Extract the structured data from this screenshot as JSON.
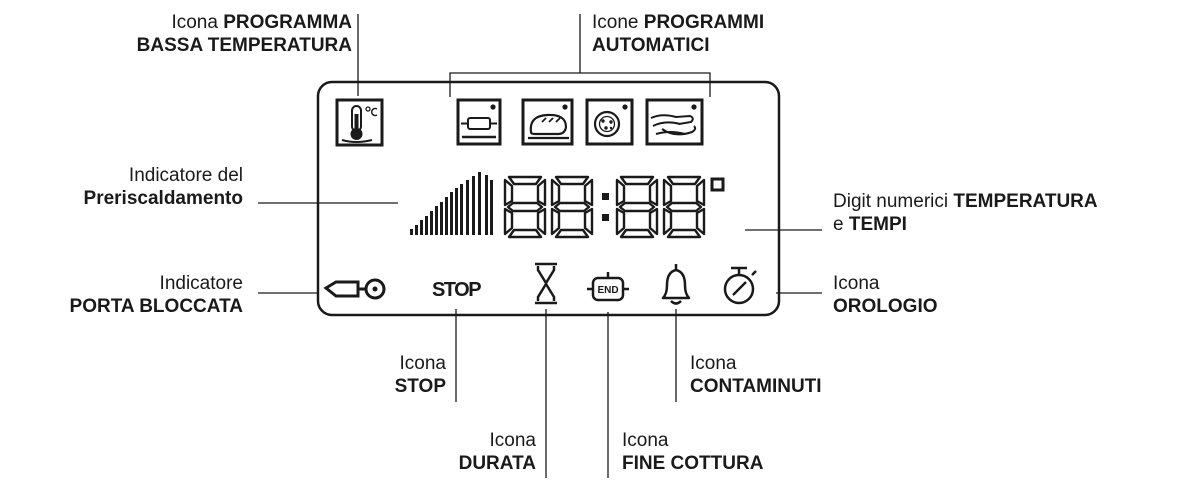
{
  "labels": {
    "low_temp": {
      "line1_normal": "Icona",
      "line1_bold": "PROGRAMMA",
      "line2_bold": "BASSA TEMPERATURA"
    },
    "auto": {
      "line1_normal": "Icone",
      "line1_bold": "PROGRAMMI",
      "line2_bold": "AUTOMATICI"
    },
    "preheat": {
      "line1": "Indicatore del",
      "line2": "Preriscaldamento"
    },
    "digits": {
      "line1_normal": "Digit numerici",
      "line1_bold": "TEMPERATURA",
      "line2_normal": "e",
      "line2_bold": "TEMPI"
    },
    "door": {
      "line1": "Indicatore",
      "line2": "PORTA BLOCCATA"
    },
    "clock": {
      "line1": "Icona",
      "line2": "OROLOGIO"
    },
    "stop": {
      "line1": "Icona",
      "line2": "STOP"
    },
    "duration": {
      "line1": "Icona",
      "line2": "DURATA"
    },
    "end": {
      "line1": "Icona",
      "line2": "FINE COTTURA"
    },
    "timer": {
      "line1": "Icona",
      "line2": "CONTAMINUTI"
    }
  },
  "display": {
    "digits": "88:88",
    "stop_text": "STOP",
    "end_text": "END",
    "icons": [
      "thermometer-icon",
      "rolling-pin-icon",
      "bread-icon",
      "pizza-icon",
      "kneading-hand-icon",
      "key-icon",
      "hourglass-icon",
      "bell-icon",
      "stopwatch-icon"
    ]
  },
  "colors": {
    "ink": "#1a1a1a",
    "background": "#ffffff"
  }
}
